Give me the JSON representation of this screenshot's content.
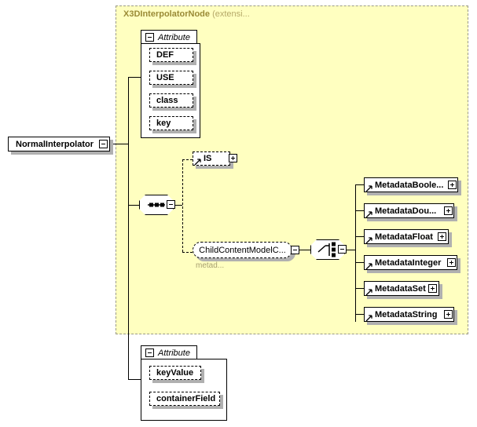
{
  "diagram": {
    "type": "xml-schema-element-diagram",
    "root_element": {
      "name": "NormalInterpolator",
      "toggle": "minus"
    },
    "extension_region": {
      "base_type": "X3DInterpolatorNode",
      "suffix": "(extensi...",
      "fill_color": "#FFFFC0",
      "border_color": "#9A9A86",
      "title_color": "#9A8A36"
    },
    "inherited_attribute_group": {
      "label": "Attribute",
      "toggle": "minus",
      "items": [
        {
          "name": "DEF"
        },
        {
          "name": "USE"
        },
        {
          "name": "class"
        },
        {
          "name": "key"
        }
      ]
    },
    "sequence_compositor": {
      "kind": "sequence",
      "toggle": "minus"
    },
    "children": [
      {
        "name": "IS",
        "toggle": "plus",
        "optional": true,
        "is_reference": true
      }
    ],
    "model_group": {
      "name": "ChildContentModelC...",
      "toggle": "minus",
      "caption": "metad...",
      "optional": true
    },
    "choice_compositor": {
      "kind": "choice",
      "toggle": "minus"
    },
    "choice_members": [
      {
        "name": "MetadataBoole...",
        "toggle": "plus",
        "is_reference": true
      },
      {
        "name": "MetadataDou...",
        "toggle": "plus",
        "is_reference": true
      },
      {
        "name": "MetadataFloat",
        "toggle": "plus",
        "is_reference": true
      },
      {
        "name": "MetadataInteger",
        "toggle": "plus",
        "is_reference": true
      },
      {
        "name": "MetadataSet",
        "toggle": "plus",
        "is_reference": true
      },
      {
        "name": "MetadataString",
        "toggle": "plus",
        "is_reference": true
      }
    ],
    "own_attribute_group": {
      "label": "Attribute",
      "toggle": "minus",
      "items": [
        {
          "name": "keyValue"
        },
        {
          "name": "containerField"
        }
      ]
    }
  }
}
